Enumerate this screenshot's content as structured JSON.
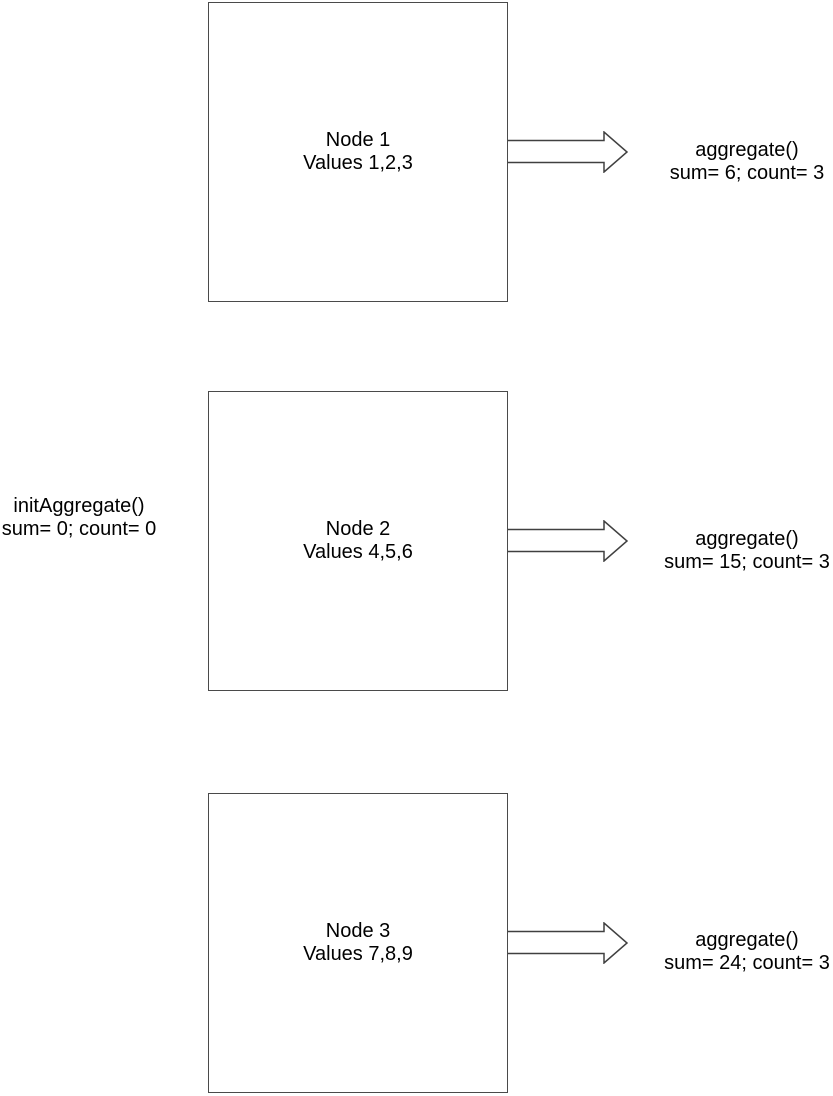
{
  "colors": {
    "background": "#ffffff",
    "stroke": "#404040",
    "text": "#000000"
  },
  "left_annotation": {
    "line1": "initAggregate()",
    "line2": "sum= 0; count= 0"
  },
  "nodes": [
    {
      "title": "Node 1",
      "values_label": "Values 1,2,3",
      "output": {
        "line1": "aggregate()",
        "line2": "sum= 6; count= 3"
      }
    },
    {
      "title": "Node 2",
      "values_label": "Values 4,5,6",
      "output": {
        "line1": "aggregate()",
        "line2": "sum= 15; count= 3"
      }
    },
    {
      "title": "Node 3",
      "values_label": "Values 7,8,9",
      "output": {
        "line1": "aggregate()",
        "line2": "sum= 24; count= 3"
      }
    }
  ]
}
